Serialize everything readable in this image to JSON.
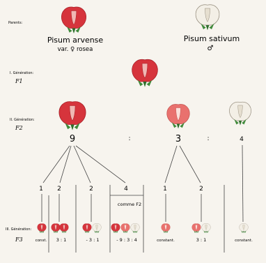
{
  "labels": {
    "parents": "Parents:",
    "gen1": "I. Génération:",
    "f1": "F1",
    "gen2": "II. Génération:",
    "f2": "F2",
    "gen3": "III. Génération:",
    "f3": "F3"
  },
  "parents": {
    "left_name": "Pisum arvense",
    "left_var": "var. ♀ rosea",
    "right_name": "Pisum sativum",
    "right_symbol": "♂"
  },
  "f2": {
    "red_count": "9",
    "pink_count": "3",
    "white_count": "4",
    "sep1": ":",
    "sep2": ":"
  },
  "f2_branches": {
    "b1": "1",
    "b2": "2",
    "b3": "2",
    "b4": "4",
    "b4_note": "comme F2",
    "b5": "1",
    "b6": "2"
  },
  "f3": {
    "const1": "const.",
    "ratio1": "3 : 1",
    "ratio2": "- 3 : 1",
    "ratio3": "- 9 : 3 : 4",
    "const2": "constant.",
    "ratio4": "3 : 1",
    "const3": "constant."
  },
  "colors": {
    "red": "#d6343c",
    "red_dark": "#a82028",
    "pink": "#e9716e",
    "white": "#f3efe6",
    "white_edge": "#b7ae9c",
    "green": "#3f8a3a"
  }
}
